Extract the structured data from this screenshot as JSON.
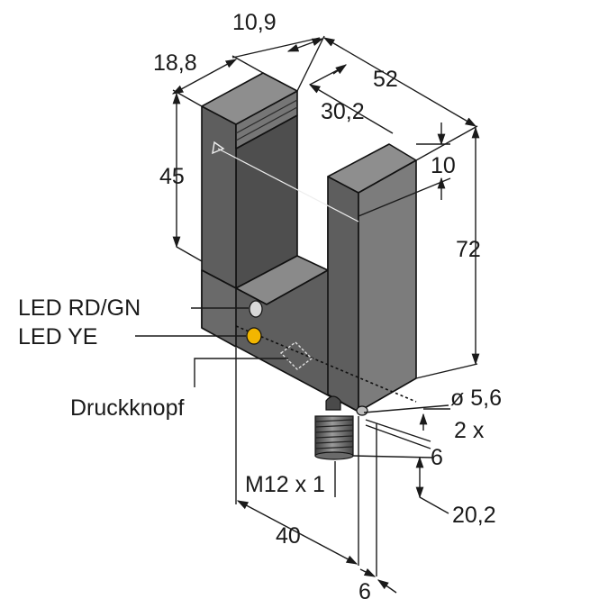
{
  "dimensions": {
    "d_10_9": "10,9",
    "d_18_8": "18,8",
    "d_52": "52",
    "d_30_2": "30,2",
    "d_10": "10",
    "d_45": "45",
    "d_72": "72",
    "d_dia": "ø 5,6",
    "d_2x": "2 x",
    "d_6a": "6",
    "d_20_2": "20,2",
    "d_40": "40",
    "d_6b": "6"
  },
  "labels": {
    "led_rd_gn": "LED RD/GN",
    "led_ye": "LED YE",
    "button": "Druckknopf",
    "connector": "M12 x 1"
  },
  "colors": {
    "body_front": "#5e5e5e",
    "body_side": "#7c7c7c",
    "body_top": "#8e8e8e",
    "led_ye": "#f2b600",
    "led_rd_gn": "#d8d8d8"
  }
}
